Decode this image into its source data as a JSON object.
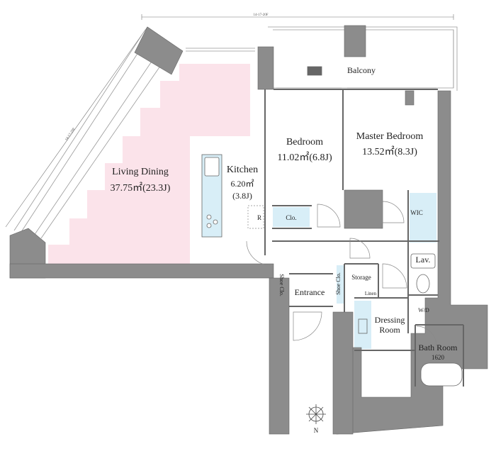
{
  "dimensions": {
    "top": "14-17-20F",
    "side": "14-17-20F"
  },
  "rooms": {
    "living": {
      "name": "Living Dining",
      "area": "37.75㎡(23.3J)"
    },
    "kitchen": {
      "name": "Kitchen",
      "area": "6.20㎡",
      "tatami": "(3.8J)"
    },
    "bedroom": {
      "name": "Bedroom",
      "area": "11.02㎡(6.8J)"
    },
    "master": {
      "name": "Master Bedroom",
      "area": "13.52㎡(8.3J)"
    },
    "balcony": {
      "name": "Balcony"
    },
    "wic": "WIC",
    "clo": "Clo.",
    "r": "R",
    "lav": "Lav.",
    "storage": "Storage",
    "linen": "Linen",
    "shoe_left": "Shoe Clo.",
    "shoe_right": "Shoe Clo.",
    "entrance": "Entrance",
    "dressing": {
      "line1": "Dressing",
      "line2": "Room"
    },
    "wd": "W/D",
    "bath": {
      "name": "Bath Room",
      "size": "1620"
    }
  },
  "compass_label": "N"
}
